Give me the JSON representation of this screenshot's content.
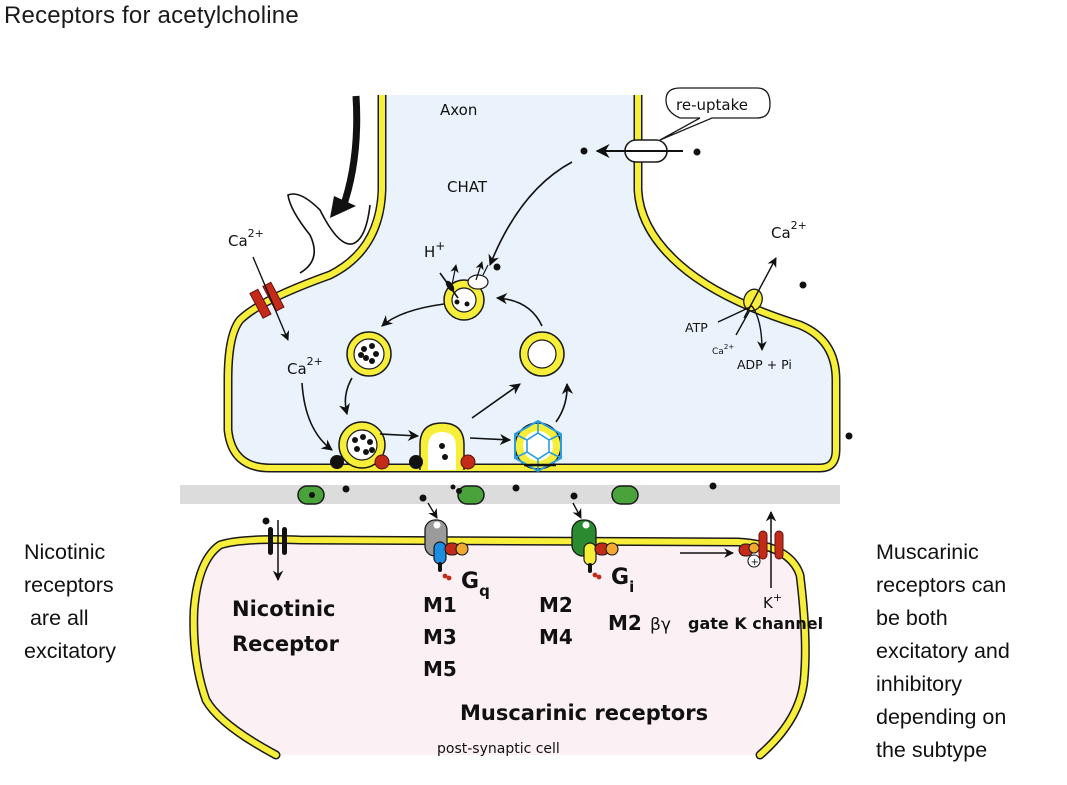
{
  "title": "Receptors for acetylcholine",
  "left_note": {
    "lines": [
      "Nicotinic",
      "receptors",
      " are all",
      "excitatory"
    ]
  },
  "right_note": {
    "lines": [
      "Muscarinic",
      "receptors can",
      "be both",
      "excitatory and",
      "inhibitory",
      "depending on",
      "the subtype"
    ]
  },
  "presynaptic": {
    "axon_label": "Axon",
    "enzyme_label": "CHAT",
    "reuptake_label": "re-uptake",
    "ca_in_label": "Ca",
    "ca_in_sup": "2+",
    "ca_inside_label": "Ca",
    "ca_inside_sup": "2+",
    "h_label": "H",
    "h_sup": "+",
    "pump": {
      "ca_out_label": "Ca",
      "ca_out_sup": "2+",
      "atp_label": "ATP",
      "ca_small_label": "Ca",
      "ca_small_sup": "2+",
      "products_label": "ADP + Pi"
    }
  },
  "postsynaptic": {
    "nicotinic_label_1": "Nicotinic",
    "nicotinic_label_2": "Receptor",
    "gq_label": "G",
    "gq_sub": "q",
    "gq_subtypes": [
      "M1",
      "M3",
      "M5"
    ],
    "gi_label": "G",
    "gi_sub": "i",
    "gi_subtypes": [
      "M2",
      "M4"
    ],
    "m2_label": "M2",
    "beta_gamma_label": "βγ",
    "gate_label": "gate K channel",
    "k_label": "K",
    "k_sup": "+",
    "plus_symbol": "+",
    "muscarinic_label": "Muscarinic receptors",
    "cell_label": "post-synaptic cell"
  },
  "colors": {
    "membrane": "#f7ee3a",
    "outline": "#1a1a1a",
    "presynaptic_fill": "#eaf3fc",
    "postsynaptic_fill": "#fbf0f4",
    "cleft": "#dcdcdc",
    "enzyme_green": "#4aa33a",
    "channel_red": "#c42a18",
    "orange": "#f0a830",
    "gq_gray": "#9a9a9a",
    "gq_blue": "#1a8ee0",
    "gi_green": "#2a8a30",
    "clathrin_blue": "#2a9de0"
  }
}
